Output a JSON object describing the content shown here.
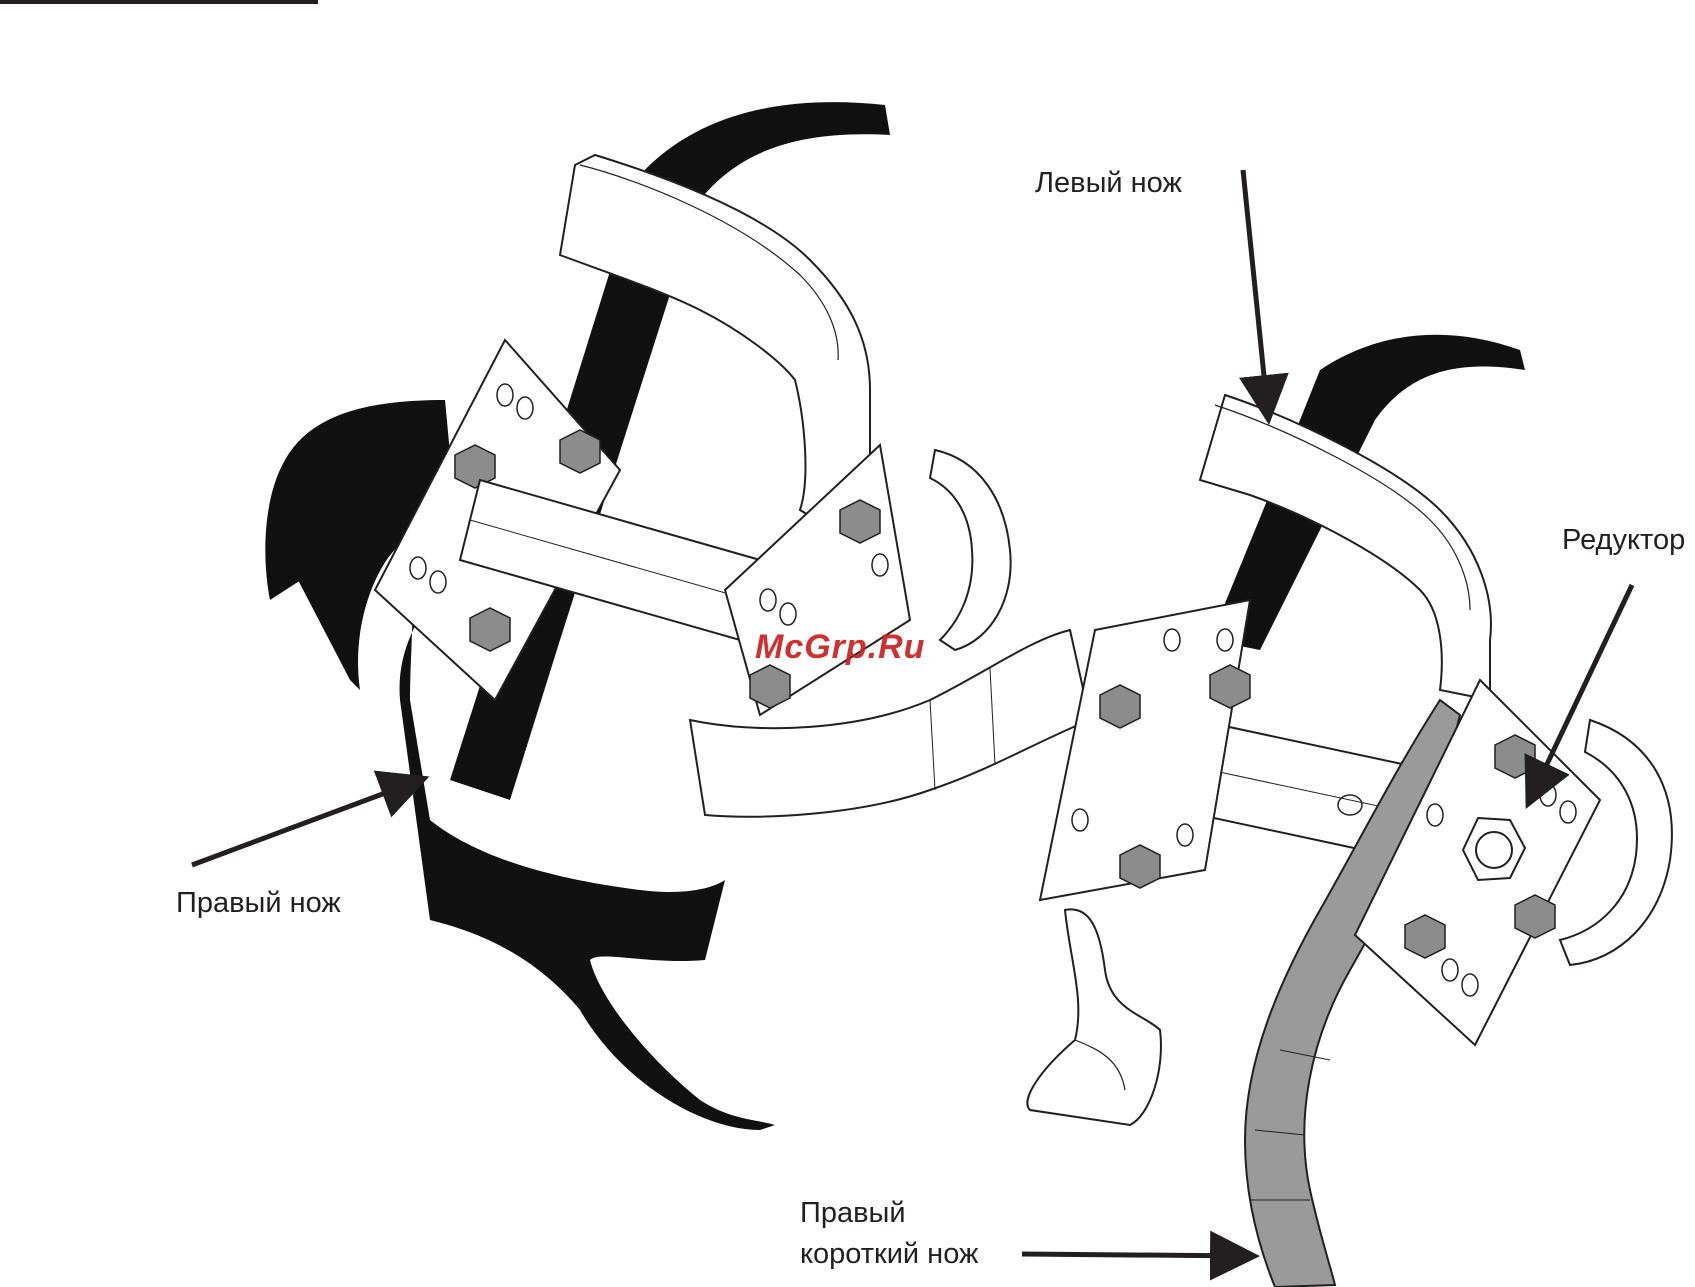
{
  "labels": {
    "left_knife": "Левый нож",
    "right_knife": "Правый нож",
    "gearbox": "Редуктор",
    "right_short_knife_line1": "Правый",
    "right_short_knife_line2": "короткий нож"
  },
  "watermark": "McGrp.Ru",
  "colors": {
    "outline": "#231f20",
    "black_knife": "#111111",
    "grey_knife": "#9a9a9a",
    "bolt": "#8c8c8c",
    "watermark": "#cc1f1f"
  }
}
